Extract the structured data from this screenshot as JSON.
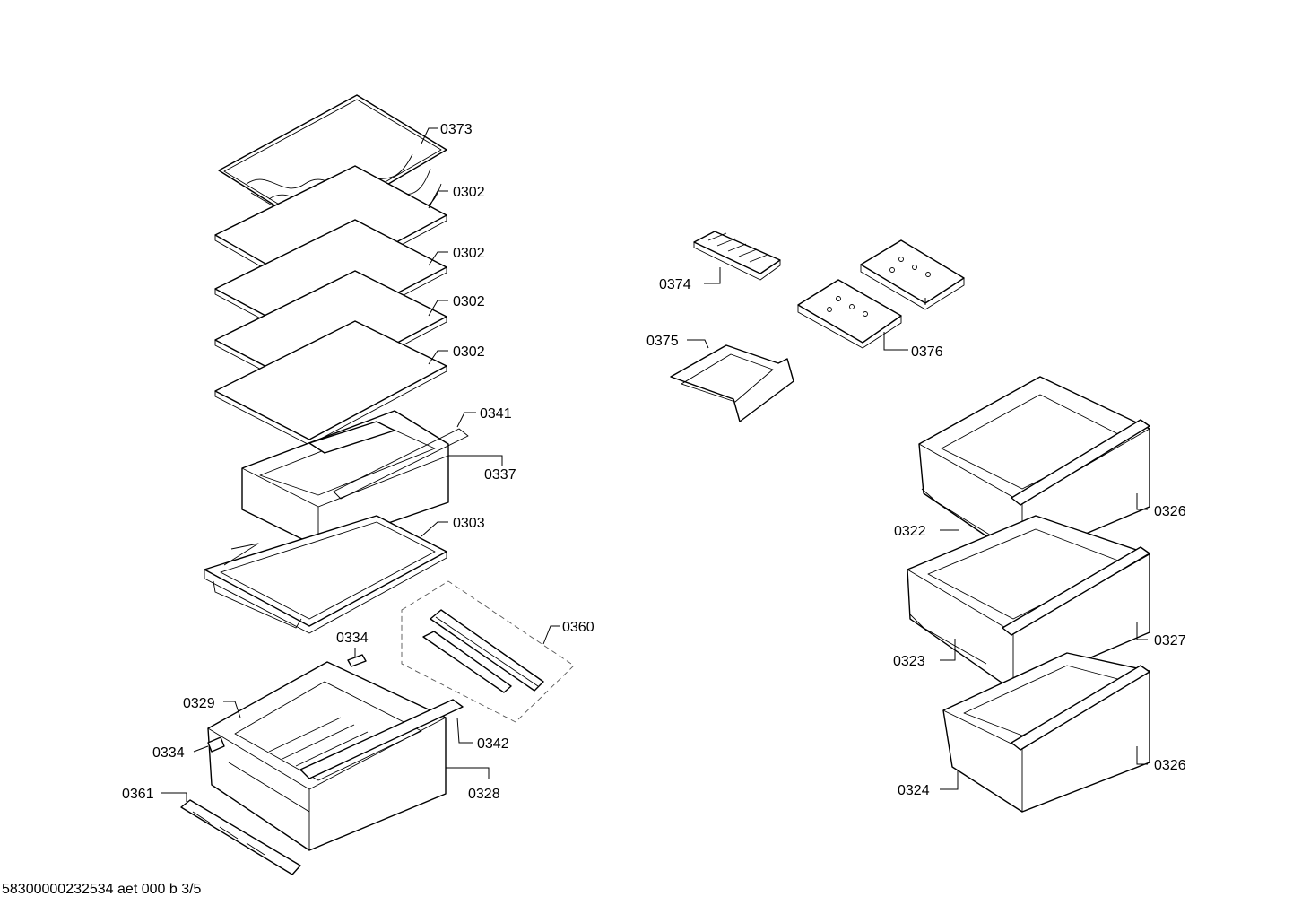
{
  "labels": {
    "p0373": "0373",
    "p0302_1": "0302",
    "p0302_2": "0302",
    "p0302_3": "0302",
    "p0302_4": "0302",
    "p0341": "0341",
    "p0337": "0337",
    "p0303": "0303",
    "p0360": "0360",
    "p0334_top": "0334",
    "p0329": "0329",
    "p0334_left": "0334",
    "p0342": "0342",
    "p0361": "0361",
    "p0328": "0328",
    "p0374": "0374",
    "p0375": "0375",
    "p0376": "0376",
    "p0322": "0322",
    "p0326_1": "0326",
    "p0323": "0323",
    "p0327": "0327",
    "p0324": "0324",
    "p0326_2": "0326"
  },
  "footer": "58300000232534 aet 000 b 3/5"
}
